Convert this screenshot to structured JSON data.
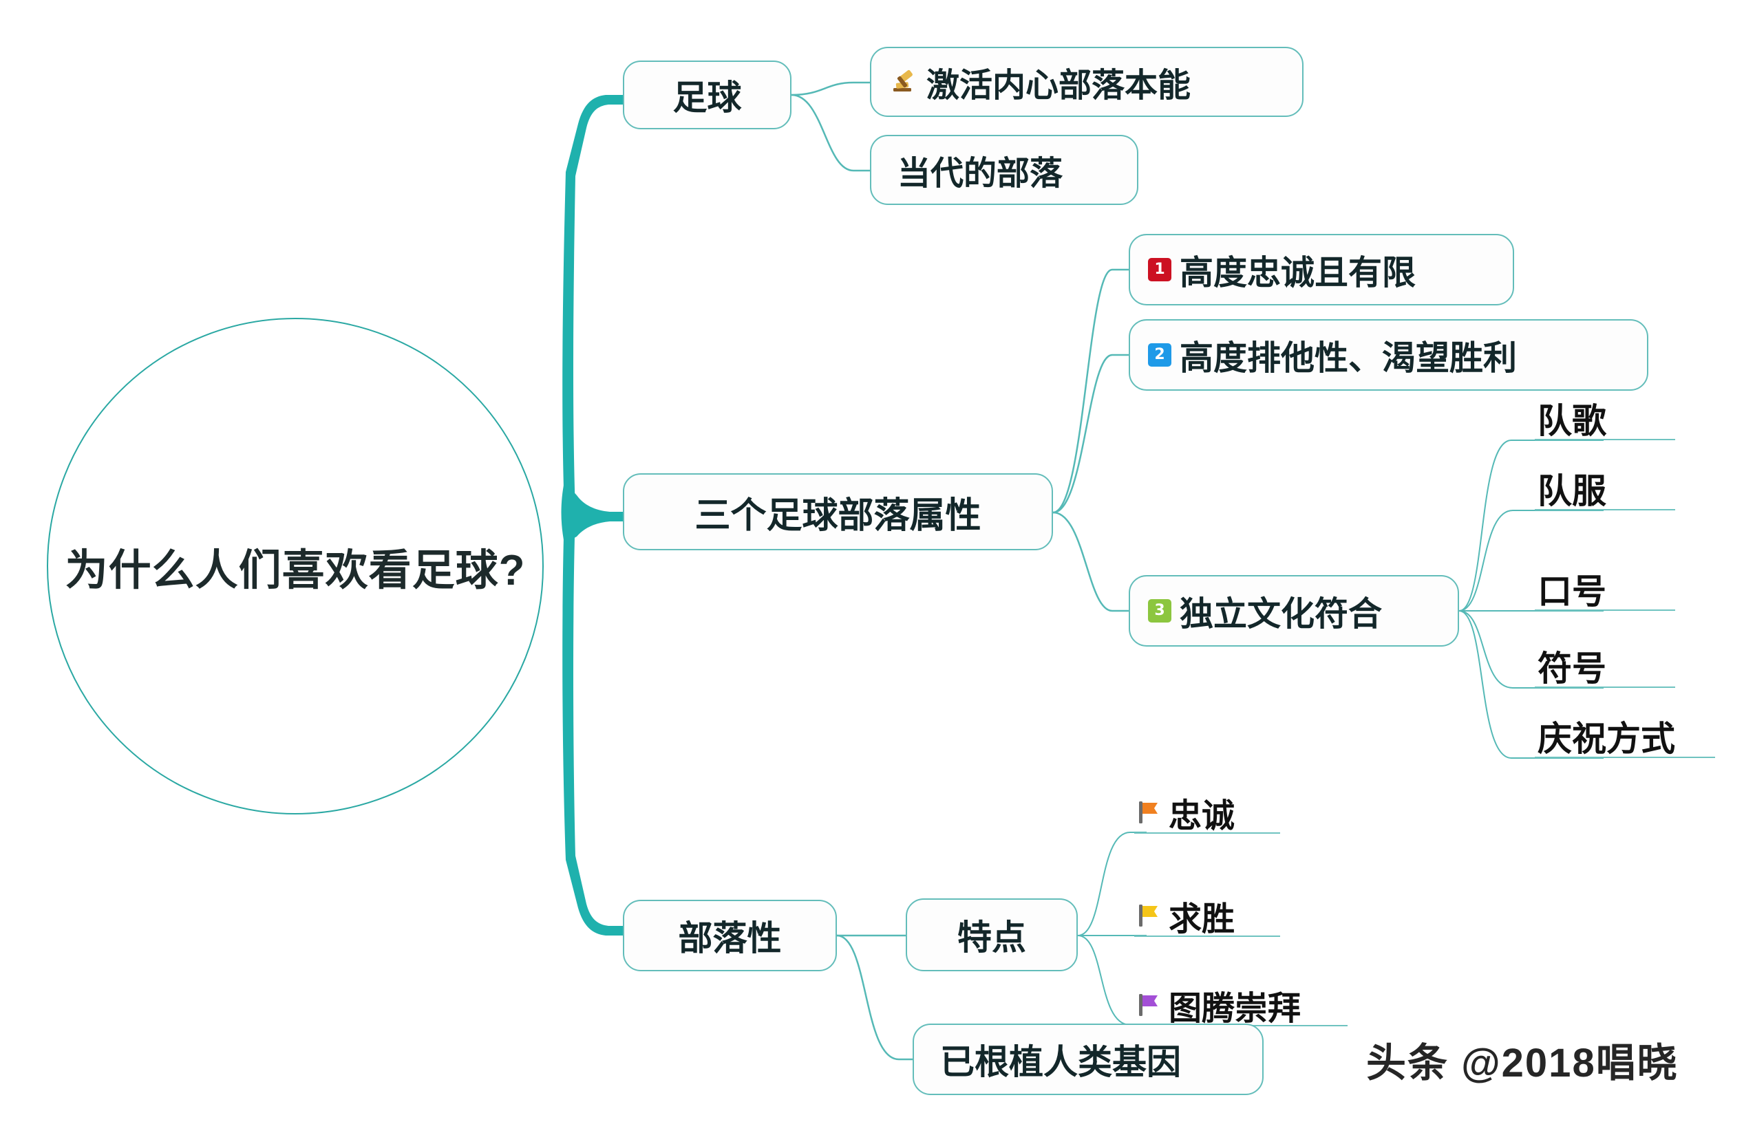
{
  "theme": {
    "trunk_color": "#1fb1ad",
    "branch_line_color": "#55b9b6",
    "node_border_color": "#63bdba",
    "node_text_color": "#13272a",
    "circle_border_color": "#2aa8a3",
    "badge_red": "#cc1122",
    "badge_blue": "#1e9ae8",
    "badge_green": "#8cc63f",
    "flag_orange": "#f08020",
    "flag_yellow": "#f5c518",
    "flag_purple": "#a34fd6",
    "gavel_gold": "#e8b84b",
    "gavel_brown": "#8a5a20"
  },
  "root": {
    "label": "为什么人们喜欢看足球?"
  },
  "branches": [
    {
      "id": "branch-football",
      "label": "足球",
      "children": [
        {
          "id": "activate-instinct",
          "label": "激活内心部落本能",
          "icon": "gavel-icon"
        },
        {
          "id": "modern-tribe",
          "label": "当代的部落",
          "icon": null
        }
      ]
    },
    {
      "id": "branch-three-attributes",
      "label": "三个足球部落属性",
      "children": [
        {
          "id": "attr-1",
          "badge": "1",
          "badge_color": "#cc1122",
          "label": "高度忠诚且有限"
        },
        {
          "id": "attr-2",
          "badge": "2",
          "badge_color": "#1e9ae8",
          "label": "高度排他性、渴望胜利"
        },
        {
          "id": "attr-3",
          "badge": "3",
          "badge_color": "#8cc63f",
          "label": "独立文化符合",
          "children": [
            {
              "id": "symbol-anthem",
              "label": "队歌"
            },
            {
              "id": "symbol-kit",
              "label": "队服"
            },
            {
              "id": "symbol-slogan",
              "label": "口号"
            },
            {
              "id": "symbol-sign",
              "label": "符号"
            },
            {
              "id": "symbol-celebration",
              "label": "庆祝方式"
            }
          ]
        }
      ]
    },
    {
      "id": "branch-tribalism",
      "label": "部落性",
      "children": [
        {
          "id": "traits",
          "label": "特点",
          "children": [
            {
              "id": "trait-loyalty",
              "label": "忠诚",
              "icon": "flag-orange-icon"
            },
            {
              "id": "trait-victory",
              "label": "求胜",
              "icon": "flag-yellow-icon"
            },
            {
              "id": "trait-totem",
              "label": "图腾崇拜",
              "icon": "flag-purple-icon"
            }
          ]
        },
        {
          "id": "rooted-genes",
          "label": "已根植人类基因"
        }
      ]
    }
  ],
  "watermark": {
    "text": "头条 @2018唱晓"
  }
}
